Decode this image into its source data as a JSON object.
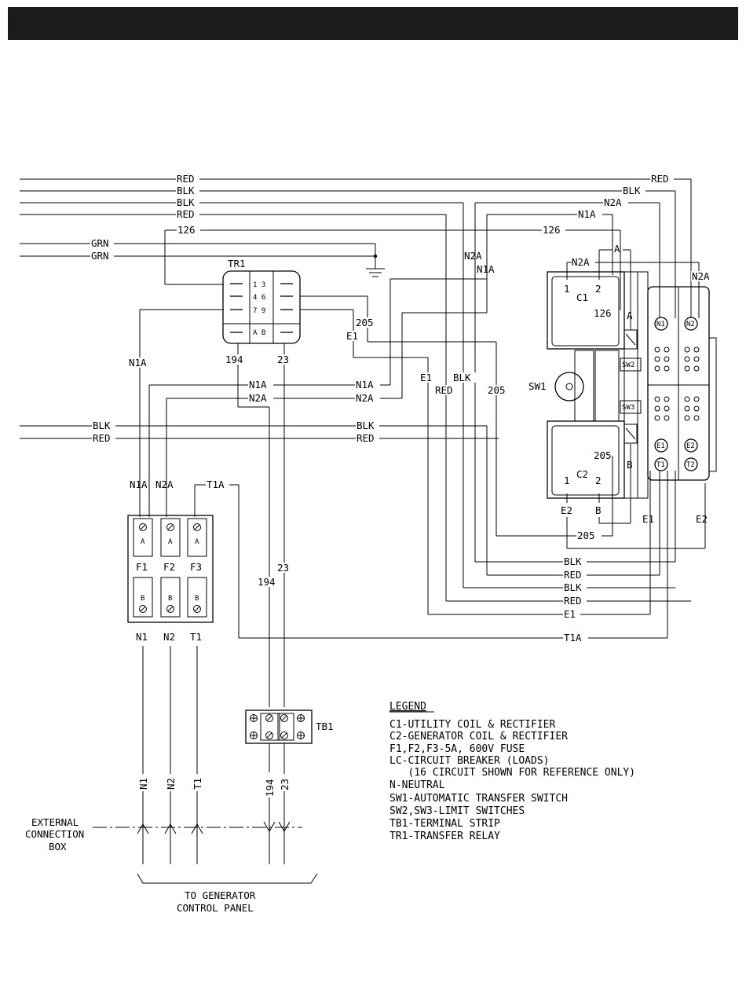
{
  "wires": {
    "top_red": "RED",
    "top_blk1": "BLK",
    "top_blk2": "BLK",
    "top_red2": "RED",
    "w126": "126",
    "grn": "GRN",
    "n1a": "N1A",
    "n2a": "N2A",
    "blk": "BLK",
    "red": "RED",
    "e1": "E1",
    "e2": "E2",
    "w205": "205",
    "w194": "194",
    "w23": "23",
    "t1a": "T1A",
    "a": "A",
    "b": "B",
    "one": "1",
    "two": "2",
    "n1": "N1",
    "n2": "N2",
    "t1": "T1"
  },
  "components": {
    "tr1": "TR1",
    "tr1_pins": [
      "1 3",
      "4 6",
      "7 9",
      "A B"
    ],
    "c1": "C1",
    "c2": "C2",
    "sw1": "SW1",
    "sw2": "SW2",
    "sw3": "SW3",
    "fuses": [
      "F1",
      "F2",
      "F3"
    ],
    "fuse_a": "A",
    "fuse_b": "B",
    "tb1": "TB1",
    "terminals": [
      "N1",
      "N2",
      "E1",
      "E2",
      "T1",
      "T2"
    ]
  },
  "external_box": [
    "EXTERNAL",
    "CONNECTION",
    "BOX"
  ],
  "to_panel": [
    "TO GENERATOR",
    "CONTROL PANEL"
  ],
  "legend": {
    "title": "LEGEND",
    "items": [
      "C1-UTILITY COIL & RECTIFIER",
      "C2-GENERATOR COIL & RECTIFIER",
      "F1,F2,F3-5A, 600V FUSE",
      "LC-CIRCUIT BREAKER (LOADS)",
      "   (16 CIRCUIT SHOWN FOR REFERENCE ONLY)",
      "N-NEUTRAL",
      "SW1-AUTOMATIC TRANSFER SWITCH",
      "SW2,SW3-LIMIT SWITCHES",
      "TB1-TERMINAL STRIP",
      "TR1-TRANSFER RELAY"
    ]
  }
}
